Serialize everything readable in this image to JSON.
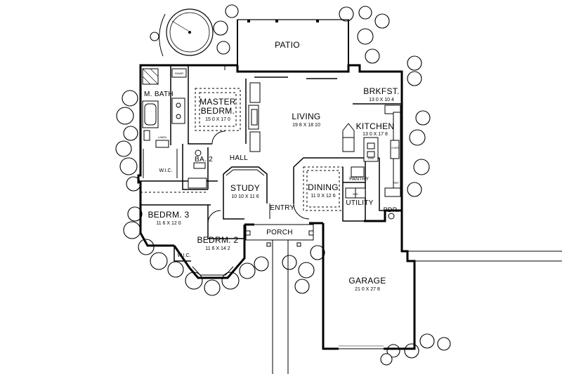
{
  "rooms": {
    "patio": {
      "name": "PATIO"
    },
    "master_bedroom": {
      "name_line1": "MASTER",
      "name_line2": "BEDRM.",
      "dimensions": "15 0 X 17 0"
    },
    "master_bath": {
      "name": "M. BATH"
    },
    "living": {
      "name": "LIVING",
      "dimensions": "19 8 X 18 10"
    },
    "breakfast": {
      "name": "BRKFST.",
      "dimensions": "13 0 X 10 4"
    },
    "kitchen": {
      "name": "KITCHEN",
      "dimensions": "13 0 X 17 8"
    },
    "bath_2": {
      "name": "BA. 2"
    },
    "hall": {
      "name": "HALL"
    },
    "wic_master": {
      "name": "W.I.C."
    },
    "study": {
      "name": "STUDY",
      "dimensions": "10 10 X 11 6"
    },
    "dining": {
      "name": "DINING",
      "dimensions": "11 0 X 12 6"
    },
    "pantry": {
      "name": "PANTRY"
    },
    "utility": {
      "name": "UTILITY"
    },
    "powder": {
      "name": "PDR."
    },
    "entry": {
      "name": "ENTRY"
    },
    "bedroom_3": {
      "name": "BEDRM. 3",
      "dimensions": "11 6 X 12 0"
    },
    "bedroom_2": {
      "name": "BEDRM. 2",
      "dimensions": "11 6 X 14 2"
    },
    "porch": {
      "name": "PORCH"
    },
    "wic_bedroom_2": {
      "name": "W.I.C."
    },
    "garage": {
      "name": "GARAGE",
      "dimensions": "21 0 X 27 8"
    }
  },
  "fixture_labels": {
    "linen": "LINEN",
    "shower": "SHWR",
    "refrigerator": "REF",
    "oven": "OVEN",
    "washer_dryer": "W/D",
    "dishwasher": "D/W"
  }
}
